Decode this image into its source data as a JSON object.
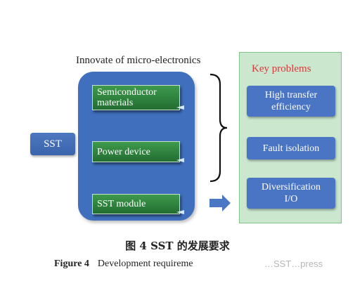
{
  "diagram": {
    "innovation_title": "Innovate of micro-electronics",
    "sst_label": "SST",
    "components": {
      "semiconductor_line1": "Semiconductor",
      "semiconductor_line2": "materials",
      "power_device": "Power device",
      "sst_module": "SST module"
    },
    "key_problems": {
      "title": "Key problems",
      "high_transfer_line1": "High transfer",
      "high_transfer_line2": "efficiency",
      "fault_isolation": "Fault isolation",
      "diversification_line1": "Diversification",
      "diversification_line2": "I/O"
    }
  },
  "caption": {
    "chinese": "图 4  SST 的发展要求",
    "figure_label": "Figure 4",
    "english": "Development requireme",
    "watermark": "…SST…press"
  },
  "colors": {
    "blue_panel": "#3f6fbd",
    "green_button": "#2f8540",
    "green_panel": "#cbe8cf",
    "key_title": "#d63a3a",
    "arrow": "#4a78c4"
  }
}
